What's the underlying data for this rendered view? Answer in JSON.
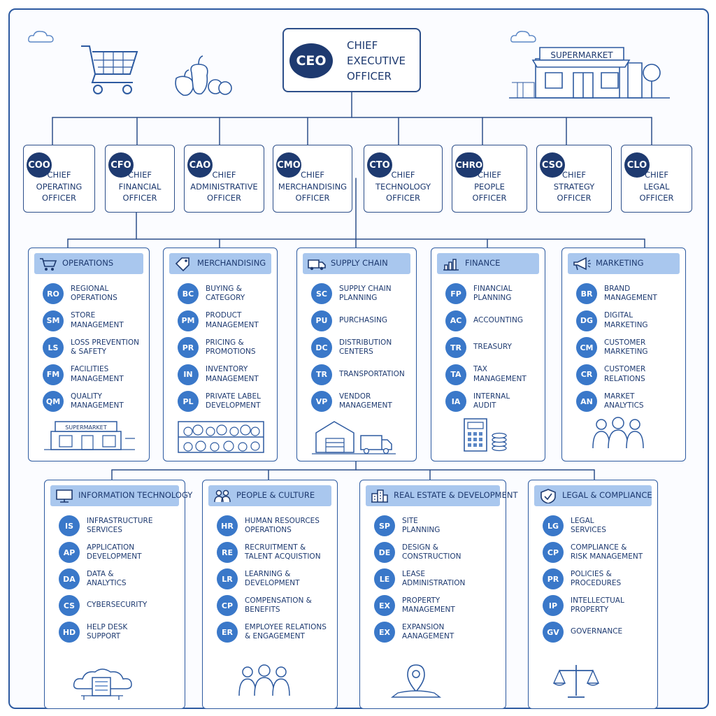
{
  "ceo": {
    "abbr": "CEO",
    "title": "CHIEF\nEXECUTIVE\nOFFICER"
  },
  "top_illustrations": {
    "store_sign": "SUPERMARKET",
    "icons": [
      "shopping-cart-icon",
      "produce-icon",
      "supermarket-building-icon",
      "cloud-icon"
    ]
  },
  "executives": [
    {
      "abbr": "COO",
      "title": "CHIEF\nOPERATING\nOFFICER"
    },
    {
      "abbr": "CFO",
      "title": "CHIEF\nFINANCIAL\nOFFICER"
    },
    {
      "abbr": "CAO",
      "title": "CHIEF\nADMINISTRATIVE\nOFFICER"
    },
    {
      "abbr": "CMO",
      "title": "CHIEF\nMERCHANDISING\nOFFICER"
    },
    {
      "abbr": "CTO",
      "title": "CHIEF\nTECHNOLOGY\nOFFICER"
    },
    {
      "abbr": "CHRO",
      "title": "CHIEF\nPEOPLE\nOFFICER"
    },
    {
      "abbr": "CSO",
      "title": "CHIEF\nSTRATEGY\nOFFICER"
    },
    {
      "abbr": "CLO",
      "title": "CHIEF\nLEGAL\nOFFICER"
    }
  ],
  "departments": [
    {
      "name": "OPERATIONS",
      "icon": "cart-icon",
      "illustration": "storefront-icon",
      "illustration_text": "SUPERMARKET",
      "items": [
        {
          "abbr": "RO",
          "label": "REGIONAL\nOPERATIONS"
        },
        {
          "abbr": "SM",
          "label": "STORE\nMANAGEMENT"
        },
        {
          "abbr": "LS",
          "label": "LOSS PREVENTION\n& SAFETY"
        },
        {
          "abbr": "FM",
          "label": "FACILITIES\nMANAGEMENT"
        },
        {
          "abbr": "QM",
          "label": "QUALITY\nMANAGEMENT"
        }
      ]
    },
    {
      "name": "MERCHANDISING",
      "icon": "price-tag-icon",
      "illustration": "produce-shelf-icon",
      "items": [
        {
          "abbr": "BC",
          "label": "BUYING &\nCATEGORY"
        },
        {
          "abbr": "PM",
          "label": "PRODUCT\nMANAGEMENT"
        },
        {
          "abbr": "PR",
          "label": "PRICING &\nPROMOTIONS"
        },
        {
          "abbr": "IN",
          "label": "INVENTORY\nMANAGEMENT"
        },
        {
          "abbr": "PL",
          "label": "PRIVATE LABEL\nDEVELOPMENT"
        }
      ]
    },
    {
      "name": "SUPPLY CHAIN",
      "icon": "truck-icon",
      "illustration": "warehouse-truck-icon",
      "items": [
        {
          "abbr": "SC",
          "label": "SUPPLY CHAIN\nPLANNING"
        },
        {
          "abbr": "PU",
          "label": "PURCHASING"
        },
        {
          "abbr": "DC",
          "label": "DISTRIBUTION\nCENTERS"
        },
        {
          "abbr": "TR",
          "label": "TRANSPORTATION"
        },
        {
          "abbr": "VP",
          "label": "VENDOR\nMANAGEMENT"
        }
      ]
    },
    {
      "name": "FINANCE",
      "icon": "bar-chart-icon",
      "illustration": "calculator-coins-icon",
      "items": [
        {
          "abbr": "FP",
          "label": "FINANCIAL\nPLANNING"
        },
        {
          "abbr": "AC",
          "label": "ACCOUNTING"
        },
        {
          "abbr": "TR",
          "label": "TREASURY"
        },
        {
          "abbr": "TA",
          "label": "TAX\nMANAGEMENT"
        },
        {
          "abbr": "IA",
          "label": "INTERNAL\nAUDIT"
        }
      ]
    },
    {
      "name": "MARKETING",
      "icon": "megaphone-icon",
      "illustration": "people-group-icon",
      "items": [
        {
          "abbr": "BR",
          "label": "BRAND\nMANAGEMENT"
        },
        {
          "abbr": "DG",
          "label": "DIGITAL\nMARKETING"
        },
        {
          "abbr": "CM",
          "label": "CUSTOMER\nMARKETING"
        },
        {
          "abbr": "CR",
          "label": "CUSTOMER\nRELATIONS"
        },
        {
          "abbr": "AN",
          "label": "MARKET\nANALYTICS"
        }
      ]
    },
    {
      "name": "INFORMATION TECHNOLOGY",
      "icon": "monitor-icon",
      "illustration": "cloud-network-icon",
      "items": [
        {
          "abbr": "IS",
          "label": "INFRASTRUCTURE\nSERVICES"
        },
        {
          "abbr": "AP",
          "label": "APPLICATION\nDEVELOPMENT"
        },
        {
          "abbr": "DA",
          "label": "DATA &\nANALYTICS"
        },
        {
          "abbr": "CS",
          "label": "CYBERSECURITY"
        },
        {
          "abbr": "HD",
          "label": "HELP DESK\nSUPPORT"
        }
      ]
    },
    {
      "name": "PEOPLE & CULTURE",
      "icon": "people-icon",
      "illustration": "people-group-icon",
      "items": [
        {
          "abbr": "HR",
          "label": "HUMAN RESOURCES\nOPERATIONS"
        },
        {
          "abbr": "RE",
          "label": "RECRUITMENT &\nTALENT ACQUISTION"
        },
        {
          "abbr": "LR",
          "label": "LEARNING &\nDEVELOPMENT"
        },
        {
          "abbr": "CP",
          "label": "COMPENSATION &\nBENEFITS"
        },
        {
          "abbr": "ER",
          "label": "EMPLOYEE RELATIONS\n& ENGAGEMENT"
        }
      ]
    },
    {
      "name": "REAL ESTATE & DEVELOPMENT",
      "icon": "buildings-icon",
      "illustration": "map-pin-icon",
      "items": [
        {
          "abbr": "SP",
          "label": "SITE\nPLANNING"
        },
        {
          "abbr": "DE",
          "label": "DESIGN &\nCONSTRUCTION"
        },
        {
          "abbr": "LE",
          "label": "LEASE\nADMINISTRATION"
        },
        {
          "abbr": "EX",
          "label": "PROPERTY\nMANAGEMENT"
        },
        {
          "abbr": "EX",
          "label": "EXPANSION\nAANAGEMENT"
        }
      ]
    },
    {
      "name": "LEGAL & COMPLIANCE",
      "icon": "shield-icon",
      "illustration": "scales-icon",
      "items": [
        {
          "abbr": "LG",
          "label": "LEGAL\nSERVICES"
        },
        {
          "abbr": "CP",
          "label": "COMPLIANCE &\nRISK MANAGEMENT"
        },
        {
          "abbr": "PR",
          "label": "POLICIES &\nPROCEDURES"
        },
        {
          "abbr": "IP",
          "label": "INTELLECTUAL\nPROPERTY"
        },
        {
          "abbr": "GV",
          "label": "GOVERNANCE"
        }
      ]
    }
  ]
}
